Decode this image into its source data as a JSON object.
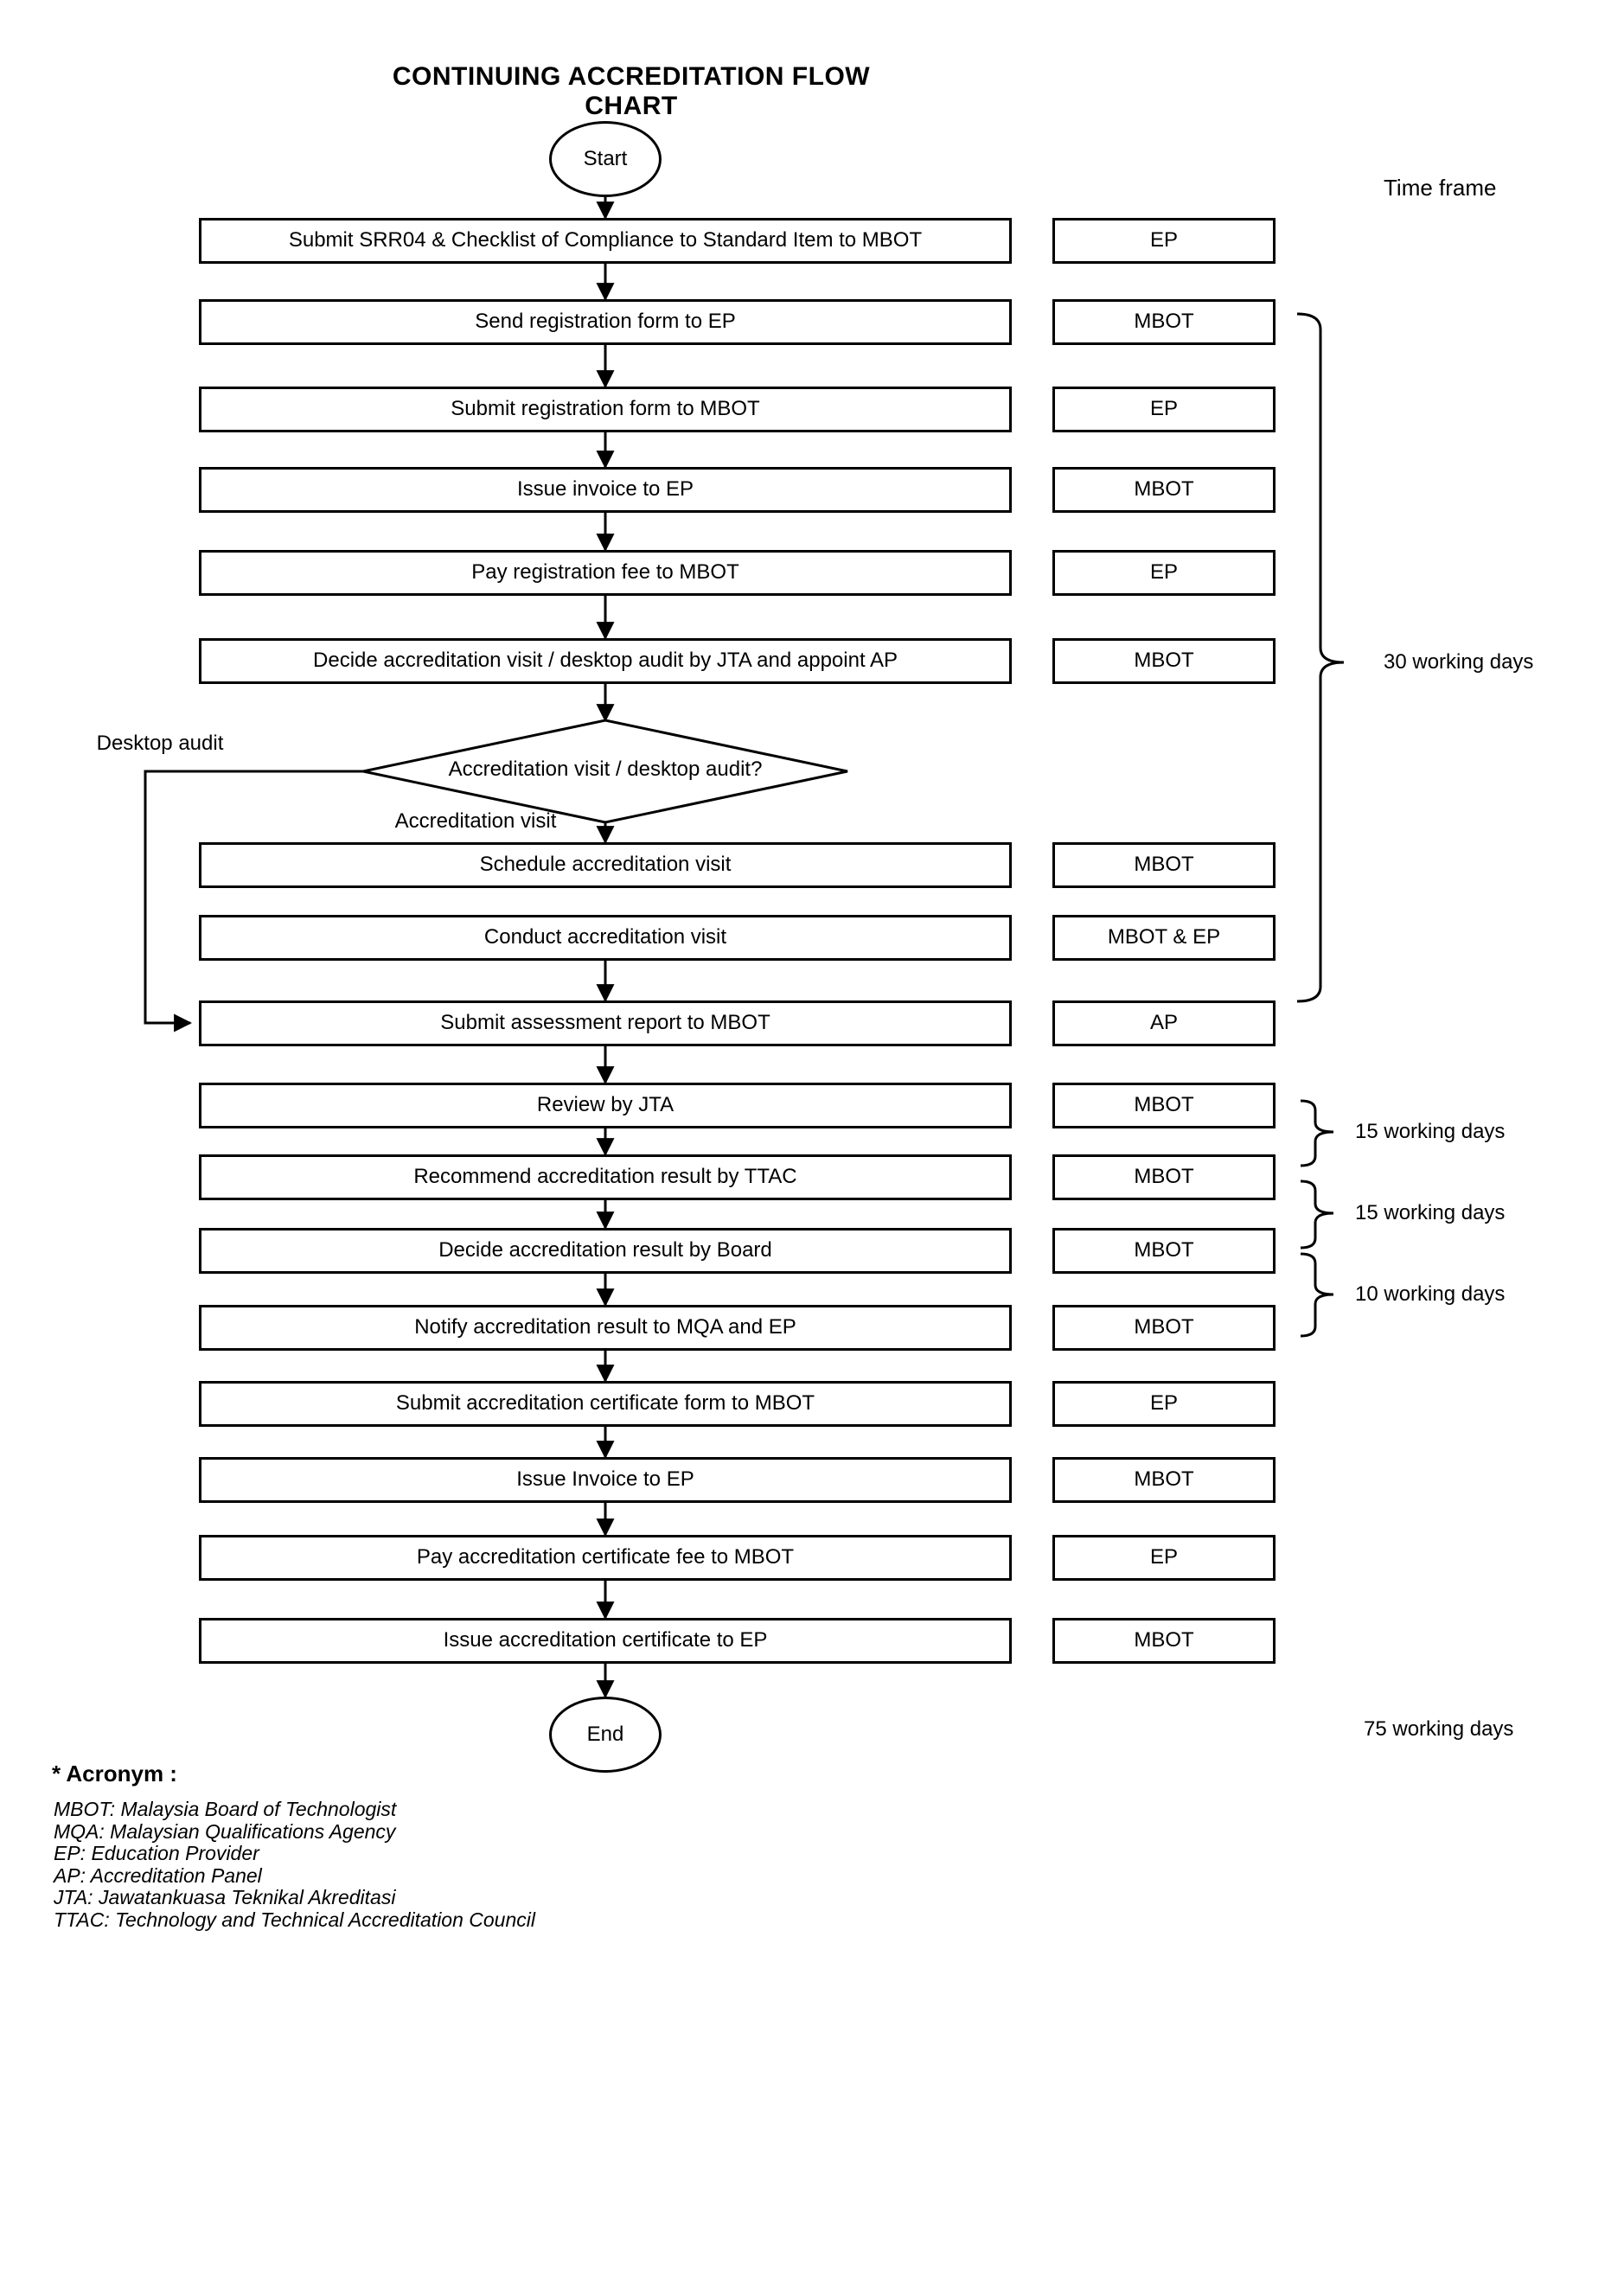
{
  "title": "CONTINUING ACCREDITATION FLOW CHART",
  "time_frame": {
    "header": "Time frame",
    "annotations": [
      "30 working days",
      "15 working days",
      "15 working days",
      "10 working days",
      "75 working days"
    ]
  },
  "terminators": {
    "start": "Start",
    "end": "End"
  },
  "decision": {
    "question": "Accreditation visit / desktop audit?",
    "desktop_branch": "Desktop audit",
    "visit_branch": "Accreditation visit"
  },
  "steps": [
    {
      "label": "Submit SRR04 & Checklist of Compliance to Standard Item to MBOT",
      "actor": "EP"
    },
    {
      "label": "Send registration form to EP",
      "actor": "MBOT"
    },
    {
      "label": "Submit registration form to MBOT",
      "actor": "EP"
    },
    {
      "label": "Issue invoice to EP",
      "actor": "MBOT"
    },
    {
      "label": "Pay registration fee to MBOT",
      "actor": "EP"
    },
    {
      "label": "Decide accreditation visit / desktop audit by JTA and appoint AP",
      "actor": "MBOT"
    },
    {
      "label": "Schedule accreditation visit",
      "actor": "MBOT"
    },
    {
      "label": "Conduct accreditation visit",
      "actor": "MBOT & EP"
    },
    {
      "label": "Submit assessment report to MBOT",
      "actor": "AP"
    },
    {
      "label": "Review by JTA",
      "actor": "MBOT"
    },
    {
      "label": "Recommend accreditation result by TTAC",
      "actor": "MBOT"
    },
    {
      "label": "Decide accreditation result by Board",
      "actor": "MBOT"
    },
    {
      "label": "Notify accreditation result to MQA and EP",
      "actor": "MBOT"
    },
    {
      "label": "Submit accreditation certificate form to MBOT",
      "actor": "EP"
    },
    {
      "label": "Issue Invoice to EP",
      "actor": "MBOT"
    },
    {
      "label": "Pay accreditation certificate fee to MBOT",
      "actor": "EP"
    },
    {
      "label": "Issue accreditation certificate to EP",
      "actor": "MBOT"
    }
  ],
  "acronym": {
    "heading": "* Acronym :",
    "items": [
      "MBOT: Malaysia Board of Technologist",
      "MQA: Malaysian Qualifications Agency",
      "EP: Education Provider",
      "AP: Accreditation Panel",
      "JTA: Jawatankuasa Teknikal Akreditasi",
      "TTAC: Technology and Technical Accreditation Council"
    ]
  }
}
